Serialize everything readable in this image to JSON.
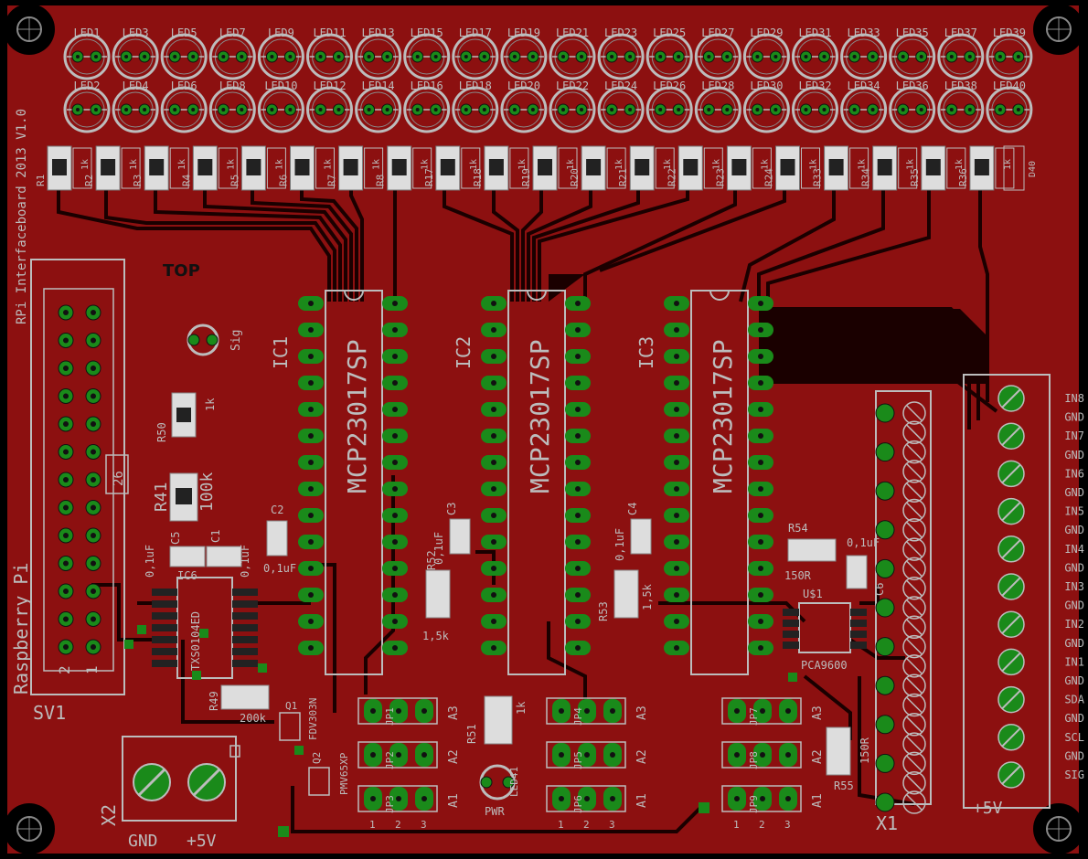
{
  "board": {
    "side_label": "TOP",
    "version_text": "RPi Interfaceboard 2013 V1.0",
    "header_connector": {
      "name": "SV1",
      "title": "Raspberry Pi",
      "pin_labels": [
        "2",
        "1",
        "26"
      ]
    },
    "colors": {
      "background": "#000000",
      "copper": "#8c1010",
      "trace": "#1a0000",
      "pad": "#1a8a1a",
      "silk": "#bcbcbc"
    }
  },
  "leds_top": [
    "LED1",
    "LED3",
    "LED5",
    "LED7",
    "LED9",
    "LED11",
    "LED13",
    "LED15",
    "LED17",
    "LED19",
    "LED21",
    "LED23",
    "LED25",
    "LED27",
    "LED29",
    "LED31",
    "LED33",
    "LED35",
    "LED37",
    "LED39"
  ],
  "leds_bottom": [
    "LED2",
    "LED4",
    "LED6",
    "LED8",
    "LED10",
    "LED12",
    "LED14",
    "LED16",
    "LED18",
    "LED20",
    "LED22",
    "LED24",
    "LED26",
    "LED28",
    "LED30",
    "LED32",
    "LED34",
    "LED36",
    "LED38",
    "LED40"
  ],
  "resistor_labels": [
    "R1",
    "R2",
    "R3",
    "R4",
    "R5",
    "R6",
    "R7",
    "R8",
    "R17",
    "R18",
    "R19",
    "R20",
    "R21",
    "R22",
    "R23",
    "R24",
    "R33",
    "R34",
    "R35",
    "R36"
  ],
  "resistor_values": [
    "1k",
    "1k",
    "1k",
    "1k",
    "1k",
    "1k",
    "1k",
    "1k",
    "1k",
    "1k",
    "1k",
    "1k",
    "1k",
    "1k",
    "1k",
    "1k",
    "1k",
    "1k",
    "1k",
    "1k"
  ],
  "resistor_end_label": "D40",
  "ics": [
    {
      "name": "IC1",
      "part": "MCP23017SP"
    },
    {
      "name": "IC2",
      "part": "MCP23017SP"
    },
    {
      "name": "IC3",
      "part": "MCP23017SP"
    }
  ],
  "parts": {
    "sig": "Sig",
    "r50": {
      "name": "R50",
      "value": "1k"
    },
    "r41": {
      "name": "R41",
      "value": "100k"
    },
    "c1": {
      "name": "C1",
      "value": "0,1uF"
    },
    "c5": {
      "name": "C5",
      "value": "0,1uF"
    },
    "c2": {
      "name": "C2",
      "value": "0,1uF"
    },
    "c3": {
      "name": "C3",
      "value": "0,1uF"
    },
    "c4": {
      "name": "C4",
      "value": "0,1uF"
    },
    "c6": {
      "name": "C6",
      "value": "0,1uF"
    },
    "ic6": {
      "name": "IC6",
      "part": "TXS0104ED"
    },
    "r49": {
      "name": "R49",
      "value": "200k"
    },
    "q1": {
      "name": "Q1",
      "part": "FDV303N"
    },
    "q2": {
      "name": "Q2",
      "part": "PMV65XP"
    },
    "r52": {
      "name": "R52",
      "value": "1,5k"
    },
    "r53": {
      "name": "R53",
      "value": "1,5k"
    },
    "r51": {
      "name": "R51",
      "value": "1k"
    },
    "led41": {
      "name": "LED41",
      "label": "PWR"
    },
    "r54": {
      "name": "R54",
      "value": "150R"
    },
    "r55": {
      "name": "R55",
      "value": "150R"
    },
    "u1": {
      "name": "U$1",
      "part": "PCA9600"
    }
  },
  "jumper_groups": [
    {
      "rows": [
        "JP1",
        "JP2",
        "JP3"
      ],
      "addr": [
        "A3",
        "A2",
        "A1"
      ],
      "pins": [
        "1",
        "2",
        "3"
      ]
    },
    {
      "rows": [
        "JP4",
        "JP5",
        "JP6"
      ],
      "addr": [
        "A3",
        "A2",
        "A1"
      ],
      "pins": [
        "1",
        "2",
        "3"
      ]
    },
    {
      "rows": [
        "JP7",
        "JP8",
        "JP9"
      ],
      "addr": [
        "A3",
        "A2",
        "A1"
      ],
      "pins": [
        "1",
        "2",
        "3"
      ]
    }
  ],
  "x1": {
    "name": "X1",
    "supply": "+5V",
    "labels": [
      "IN8",
      "GND",
      "IN7",
      "GND",
      "IN6",
      "GND",
      "IN5",
      "GND",
      "IN4",
      "GND",
      "IN3",
      "GND",
      "IN2",
      "GND",
      "IN1",
      "GND",
      "SDA",
      "GND",
      "SCL",
      "GND",
      "SIG"
    ]
  },
  "x2": {
    "name": "X2",
    "labels": [
      "GND",
      "+5V"
    ]
  }
}
